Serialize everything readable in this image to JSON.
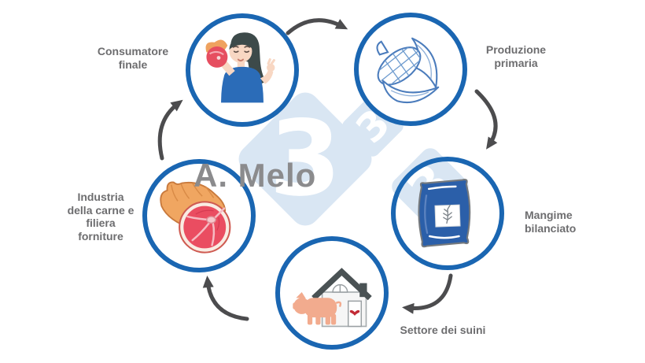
{
  "watermark": {
    "author_name": "A. Melo",
    "author_color": "#8b8b8d",
    "diamond_color": "#d9e6f3",
    "digit_color": "#ffffff",
    "digits": [
      "3",
      "3",
      "3"
    ]
  },
  "diagram": {
    "type": "cycle",
    "direction": "clockwise",
    "background": "#ffffff",
    "ring_color": "#1a66b2",
    "arrow_color": "#4c4c4e",
    "label_color": "#6d6d6f",
    "stages": [
      {
        "id": "consumatore-finale",
        "label": "Consumatore\nfinale",
        "icon": "woman-eating-ham-icon"
      },
      {
        "id": "produzione-primaria",
        "label": "Produzione\nprimaria",
        "icon": "corn-cob-icon"
      },
      {
        "id": "mangime-bilanciato",
        "label": "Mangime\nbilanciato",
        "icon": "feed-bag-icon"
      },
      {
        "id": "settore-dei-suini",
        "label": "Settore dei suini",
        "icon": "pig-barn-icon"
      },
      {
        "id": "industria-della-carne",
        "label": "Industria\ndella carne e\nfiliera\nforniture",
        "icon": "ham-icon"
      }
    ]
  }
}
